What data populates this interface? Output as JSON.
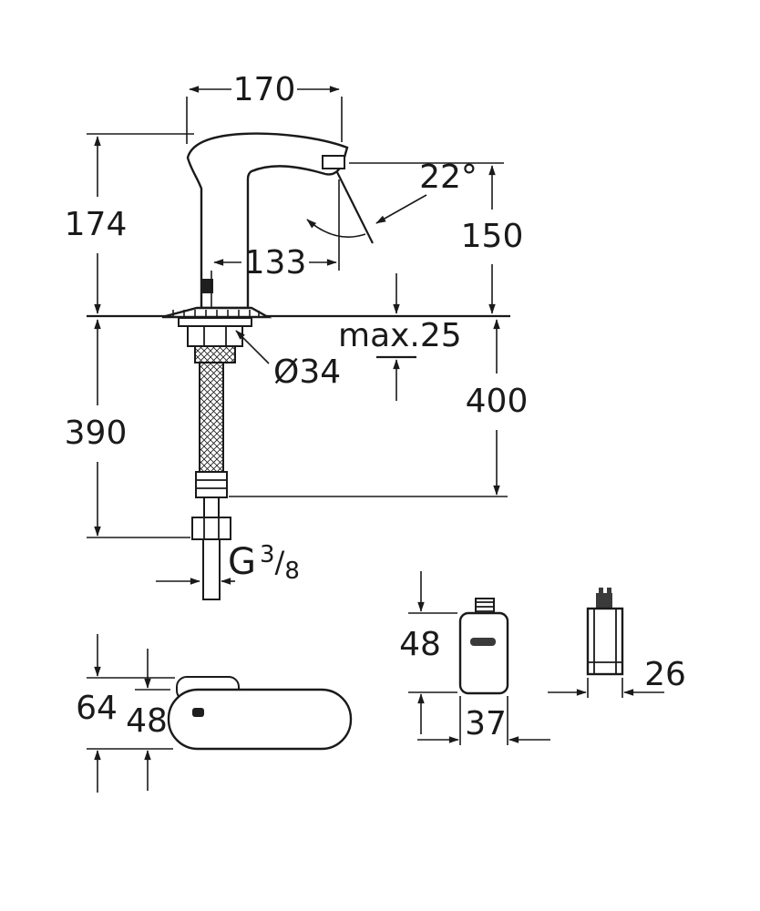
{
  "drawing": {
    "title": "faucet-technical-dimension-drawing",
    "background_color": "#ffffff",
    "line_color": "#1a1a1a"
  },
  "dimensions": {
    "spout_width": "170",
    "body_height": "174",
    "spray_angle": "22°",
    "outlet_height": "150",
    "spout_reach": "133",
    "max_mounting_thickness": "max.25",
    "hole_diameter": "Ø34",
    "supply_height_right": "400",
    "supply_height_left": "390",
    "thread": {
      "prefix": "G",
      "numerator": "3",
      "slash": "/",
      "denominator": "8"
    },
    "top_view_depth_total": "64",
    "top_view_body_depth": "48",
    "control_box_height": "48",
    "control_box_width": "37",
    "control_box_depth": "26"
  }
}
